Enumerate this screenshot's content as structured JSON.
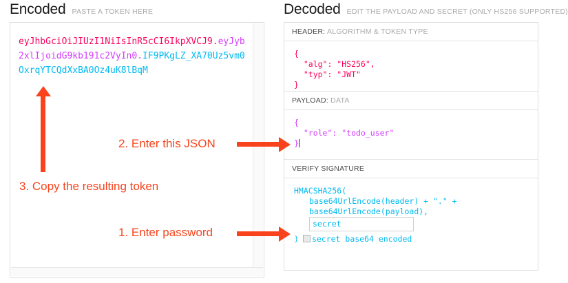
{
  "encoded": {
    "title": "Encoded",
    "subtitle": "PASTE A TOKEN HERE",
    "token": {
      "header": "eyJhbGciOiJIUzI1NiIsInR5cCI6IkpXVCJ9",
      "dot1": ".",
      "payload": "eyJyb2xlIjoidG9kb191c2VyIn0",
      "dot2": ".",
      "signature": "IF9PKgLZ_XA70Uz5vm0OxrqYTCQdXxBA0Oz4uK8lBqM"
    }
  },
  "decoded": {
    "title": "Decoded",
    "subtitle": "EDIT THE PAYLOAD AND SECRET (ONLY HS256 SUPPORTED)",
    "sections": [
      {
        "label_key": "HEADER:",
        "label_value": "ALGORITHM & TOKEN TYPE",
        "body": "{\n  \"alg\": \"HS256\",\n  \"typ\": \"JWT\"\n}"
      },
      {
        "label_key": "PAYLOAD:",
        "label_value": "DATA",
        "body": "{\n  \"role\": \"todo_user\"\n}"
      },
      {
        "label_key": "VERIFY SIGNATURE",
        "label_value": "",
        "sig_line1": "HMACSHA256(",
        "sig_line2": "base64UrlEncode(header) + \".\" +",
        "sig_line3": "base64UrlEncode(payload),",
        "secret_value": "secret",
        "close_paren": ")",
        "checkbox_label": "secret base64 encoded",
        "checkbox_checked": false
      }
    ]
  },
  "annotations": [
    {
      "id": "step1",
      "text": "1. Enter password"
    },
    {
      "id": "step2",
      "text": "2. Enter this JSON"
    },
    {
      "id": "step3",
      "text": "3. Copy the resulting token"
    }
  ],
  "colors": {
    "annotation": "#f8431c",
    "token_header": "#fb015b",
    "token_payload": "#d63aff",
    "token_signature": "#00b9f1"
  }
}
